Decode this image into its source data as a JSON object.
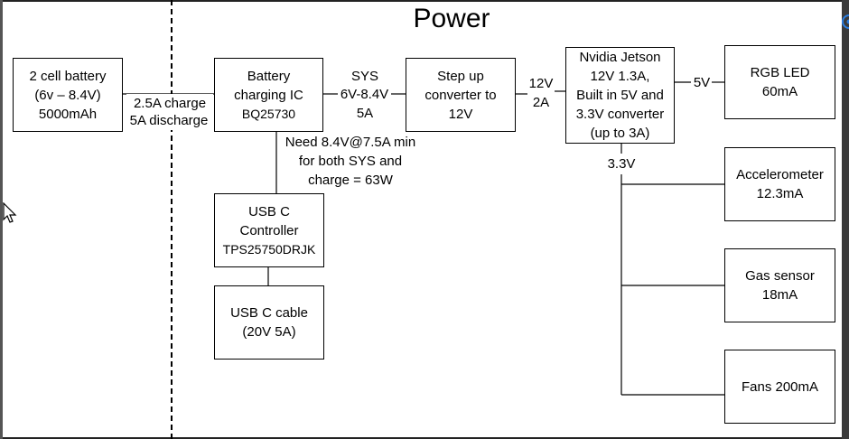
{
  "title": "Power",
  "blocks": {
    "battery": [
      "2 cell battery",
      "(6v – 8.4V)",
      "5000mAh"
    ],
    "charger": [
      "Battery",
      "charging IC",
      "BQ25730"
    ],
    "stepup": [
      "Step up",
      "converter to",
      "12V"
    ],
    "jetson": [
      "Nvidia Jetson",
      "12V 1.3A,",
      "Built in 5V and",
      "3.3V converter",
      "(up to 3A)"
    ],
    "rgb": [
      "RGB LED",
      "60mA"
    ],
    "accel": [
      "Accelerometer",
      "12.3mA"
    ],
    "gas": [
      "Gas sensor",
      "18mA"
    ],
    "fans": [
      "Fans 200mA"
    ],
    "usbc_ctrl": [
      "USB C",
      "Controller",
      "TPS25750DRJK"
    ],
    "usbc_cable": [
      "USB C cable",
      "(20V 5A)"
    ]
  },
  "labels": {
    "charge": "2.5A charge",
    "discharge": "5A discharge",
    "sys": "SYS",
    "sys_v": "6V-8.4V",
    "sys_a": "5A",
    "v12": "12V",
    "a2": "2A",
    "v5": "5V",
    "v33": "3.3V",
    "need": [
      "Need 8.4V@7.5A min",
      "for both SYS and",
      "charge = 63W"
    ]
  },
  "icons": {
    "cursor": "mouse-pointer-icon",
    "edge": "partial-app-icon"
  }
}
